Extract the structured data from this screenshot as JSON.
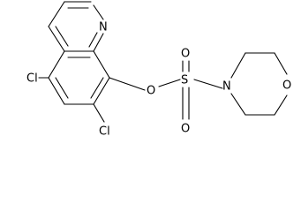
{
  "molecule": {
    "atoms": {
      "n1": "N",
      "o_ester": "O",
      "s": "S",
      "o_top": "O",
      "o_bottom": "O",
      "n_morph": "N",
      "o_morph": "O",
      "cl5": "Cl",
      "cl7": "Cl"
    }
  }
}
